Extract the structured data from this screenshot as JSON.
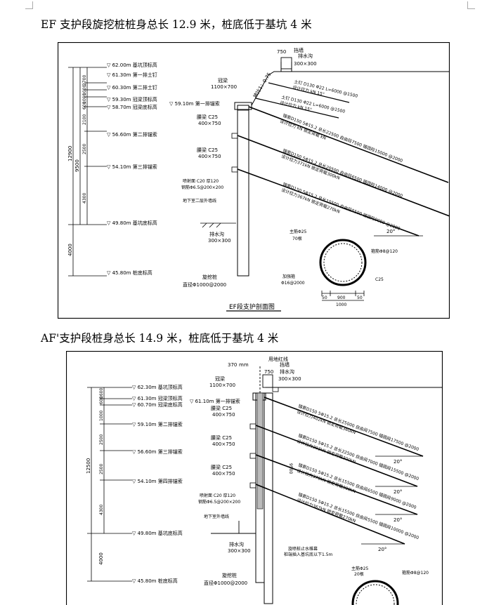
{
  "section1": {
    "heading": "EF 支护段旋挖桩桩身总长 12.9 米，桩底低于基坑 4 米",
    "title": "EF段支护剖面图",
    "levels": [
      {
        "label": "▽ 62.00m 基坑顶标高"
      },
      {
        "label": "▽ 61.30m 第一排土钉"
      },
      {
        "label": "▽ 60.30m 第二排土钉"
      },
      {
        "label": "▽ 59.30m 冠梁顶标高"
      },
      {
        "label": "▽ 58.70m 冠梁底标高"
      },
      {
        "label": "▽ 56.60m 第二排锚索"
      },
      {
        "label": "▽ 54.10m 第三排锚索"
      },
      {
        "label": "▽ 49.80m 基坑底标高"
      },
      {
        "label": "▽ 45.80m 桩底标高"
      }
    ],
    "dims_outer": [
      "12900",
      "4000"
    ],
    "dims_mid": [
      "9500"
    ],
    "dims_inner": [
      "2700",
      "1000",
      "1000",
      "600",
      "2100",
      "2500",
      "4300"
    ],
    "beam_level": "▽ 59.10m 第一排锚索",
    "labels": {
      "guanliang": "冠梁",
      "guanliang_size": "1100×700",
      "yaoliang1": "腰梁 C25",
      "yaoliang1_size": "400×750",
      "yaoliang2": "腰梁 C25",
      "yaoliang2_size": "400×750",
      "penmian": "喷射面 C20  厚120",
      "penmian2": "钢筋Φ6.5@200×200",
      "underground": "地下室二层外墙线",
      "drain": "排水沟",
      "drain_size": "300×300",
      "pile": "旋挖桩",
      "pile_size": "直径Φ1000@2000",
      "wall": "挡墙",
      "wall_size": "750",
      "drain_top": "排水沟",
      "drain_top_size": "300×300",
      "slope": "坡比1：0.75",
      "nail1": "土钉 D130 Φ22 L=6000 @1500",
      "nail1b": "设计拉力 kN     15°",
      "nail2": "土钉 D130 Φ22 L=6000 @1500",
      "nail2b": "设计拉力 kN     15°",
      "anchor1": "锚索D150  5Φ15.2  总长22500  自由段7500  锚固段15000  @2000",
      "anchor1b": "设计拉力 kN    锁定荷载 kN",
      "anchor2": "锚索D150  5Φ15.2  总长20500  自由段6500  锚固段14000  @2000",
      "anchor2b": "设计拉力371kN    锁定荷载300kN",
      "anchor3": "锚索D150  5Φ15.2  总长15500  自由段5500  锚固段9000  @2000",
      "anchor3b": "设计拉力367kN    锁定荷载270kN",
      "angle": "20°",
      "circle_a": "主筋Φ25",
      "circle_b": "70根",
      "circle_c": "箍筋Φ8@120",
      "circle_d": "加强箍",
      "circle_e": "Φ16@2000",
      "circle_f": "C25",
      "dim_50a": "50",
      "dim_50b": "50",
      "dim_1000": "1000",
      "dim_900": "900"
    }
  },
  "section2": {
    "heading": "AF'支护段桩身总长 14.9 米，桩底低于基坑 4 米",
    "levels": [
      {
        "label": "▽ 62.30m 基坑顶标高"
      },
      {
        "label": "▽ 61.30m 冠梁顶标高"
      },
      {
        "label": "▽ 60.70m 冠梁底标高"
      },
      {
        "label": "▽ 59.10m 第二排锚索"
      },
      {
        "label": "▽ 56.60m 第三排锚索"
      },
      {
        "label": "▽ 54.10m 第四排锚索"
      },
      {
        "label": "▽ 49.80m 基坑底标高"
      },
      {
        "label": "▽ 45.80m 桩底标高"
      }
    ],
    "dims_outer": [
      "12500",
      "4000"
    ],
    "dims_inner": [
      "1600",
      "600",
      "1000",
      "2500",
      "2500",
      "4300"
    ],
    "beam_level": "▽ 61.10m 第一排锚索",
    "labels": {
      "redline": "用地红线",
      "dist": "370",
      "dist_unit": "mm",
      "wall": "挡墙",
      "wall_size": "750",
      "drain_top": "排水沟",
      "drain_top_size": "300×300",
      "guanliang": "冠梁",
      "guanliang_size": "1100×700",
      "yaoliang1": "腰梁 C25",
      "yaoliang1_size": "400×750",
      "yaoliang2": "腰梁 C25",
      "yaoliang2_size": "400×750",
      "yaoliang3": "腰梁 C25",
      "yaoliang3_size": "400×750",
      "penmian": "喷射面 C20  厚120",
      "penmian2": "钢筋Φ6.5@200×200",
      "underground": "地下室外墙线",
      "drain": "排水沟",
      "drain_size": "300×300",
      "pile": "旋挖桩",
      "pile_size": "直径Φ1000@2000",
      "curtain": "旋喷桩止水帷幕",
      "curtain2": "桩端插入基坑底以下1.5m",
      "vert": "9500",
      "anchor0": "锚索D150  5Φ15.2  总长25000  自由段7500  锚固段17500  @2000",
      "anchor0b": "设计拉力402kN    锁定荷载360kN",
      "anchor1": "锚索D150  5Φ15.2  总长22500  自由段7000  锚固段15500  @2000",
      "anchor1b": "设计拉力393kN    锁定荷载300kN",
      "anchor2": "锚索D150  5Φ15.2  总长15500  自由段6500  锚固段9000  @2000",
      "anchor2b": "设计拉力370kN    锁定荷载300kN",
      "anchor3": "锚索D150  5Φ15.2  总长15500  自由段5500  锚固段10000  @2000",
      "anchor3b": "设计拉力367kN    锁定荷载270kN",
      "angle1": "20°",
      "angle2": "20°",
      "angle3": "20°",
      "angle4": "20°",
      "circle_a": "主筋Φ25",
      "circle_b": "20根",
      "circle_c": "箍筋Φ8@120"
    }
  }
}
